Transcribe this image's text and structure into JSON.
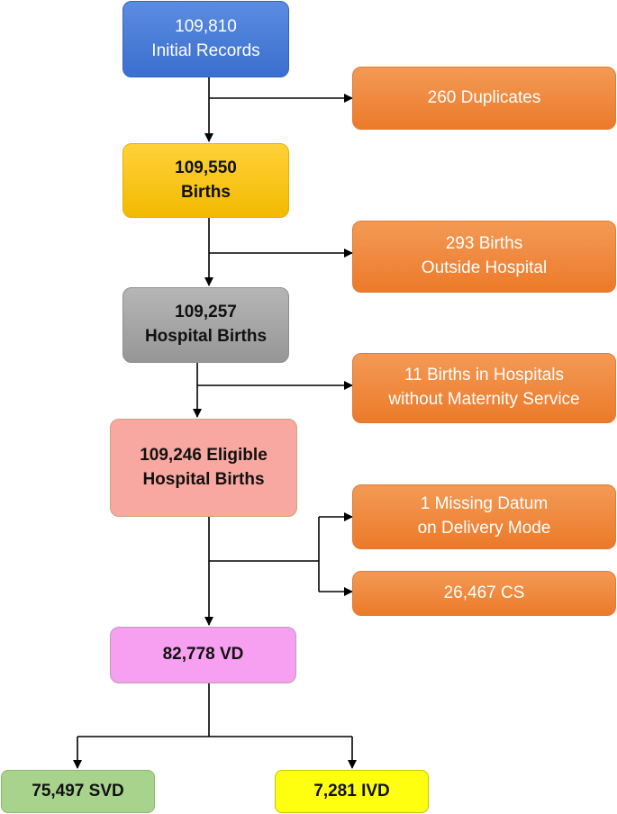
{
  "nodes": {
    "initial": {
      "lines": [
        "109,810",
        "Initial Records"
      ]
    },
    "duplicates": {
      "lines": [
        "260 Duplicates"
      ]
    },
    "births": {
      "lines": [
        "109,550",
        "Births"
      ]
    },
    "outside": {
      "lines": [
        "293 Births",
        "Outside Hospital"
      ]
    },
    "hospital": {
      "lines": [
        "109,257",
        "Hospital Births"
      ]
    },
    "nomat": {
      "lines": [
        "11 Births in Hospitals",
        "without Maternity Service"
      ]
    },
    "eligible": {
      "lines": [
        "109,246 Eligible",
        "Hospital Births"
      ]
    },
    "missing": {
      "lines": [
        "1 Missing Datum",
        "on Delivery Mode"
      ]
    },
    "cs": {
      "lines": [
        "26,467 CS"
      ]
    },
    "vd": {
      "lines": [
        "82,778 VD"
      ]
    },
    "svd": {
      "lines": [
        "75,497 SVD"
      ]
    },
    "ivd": {
      "lines": [
        "7,281 IVD"
      ]
    }
  },
  "colors": {
    "blue": "#3b6fcf",
    "orange": "#ec7a2a",
    "yellow": "#f2b900",
    "gray": "#969696",
    "pink": "#f8a8a0",
    "violet": "#f79ff0",
    "green": "#a7d38c",
    "light_yellow": "#ffff10"
  }
}
